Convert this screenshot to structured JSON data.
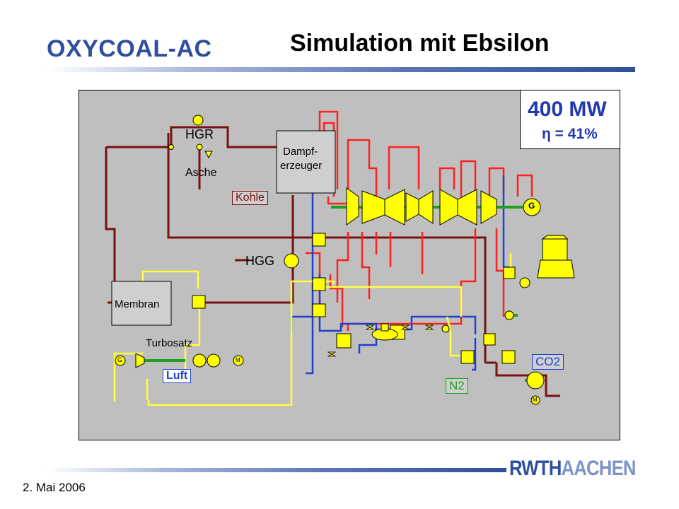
{
  "header": {
    "brand": "OXYCOAL-AC",
    "title": "Simulation mit Ebsilon"
  },
  "result_box": {
    "power": "400 MW",
    "efficiency": "η = 41%"
  },
  "labels": {
    "hgr": "HGR",
    "asche": "Asche",
    "dampferzeuger_line1": "Dampf-",
    "dampferzeuger_line2": "erzeuger",
    "kohle": "Kohle",
    "hgg": "HGG",
    "membran": "Membran",
    "turbosatz": "Turbosatz",
    "luft": "Luft",
    "co2": "CO2",
    "n2": "N2",
    "generator_g": "G",
    "motor_m": "M"
  },
  "footer": {
    "date": "2. Mai 2006",
    "logo_part1": "RWTH",
    "logo_part2": "AACHEN"
  },
  "colors": {
    "brand_blue": "#2e4e9e",
    "flue_gas_line": "#7a1010",
    "steam_line": "#ff2020",
    "water_line": "#2040d0",
    "air_line": "#ffff40",
    "shaft_green": "#20a020",
    "component_yellow": "#ffff00",
    "diagram_bg": "#bfbfbf"
  }
}
